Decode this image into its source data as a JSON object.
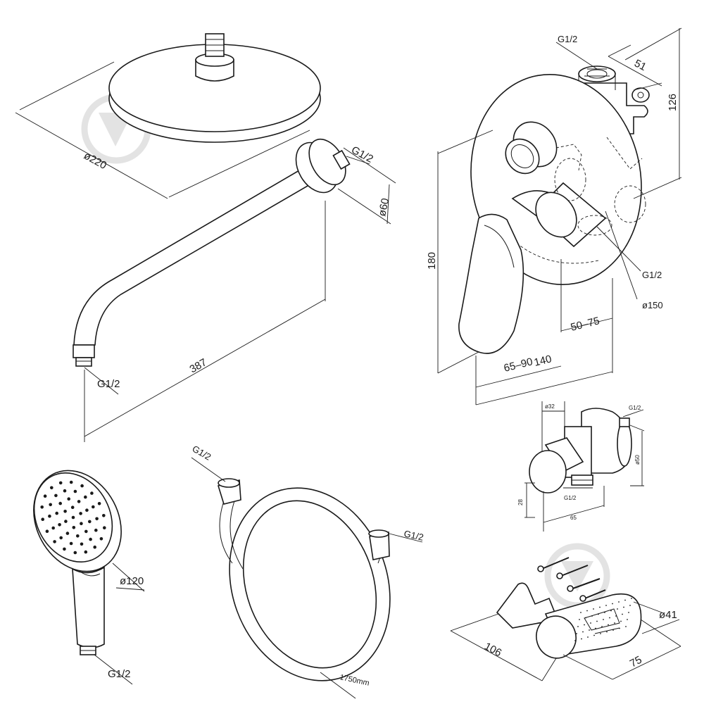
{
  "labels": {
    "rain_head": {
      "diameter": "ø220"
    },
    "shower_arm": {
      "thread_top": "G1/2",
      "flange_diameter": "ø60",
      "length": "387",
      "thread_bottom": "G1/2"
    },
    "mixer": {
      "inlet_thread": "G1/2",
      "box_width": "51",
      "box_height": "126",
      "height": "180",
      "outlet_thread": "G1/2",
      "plate_diameter": "ø150",
      "depth_adjust": "50–75",
      "handle_reach": "65–90",
      "total_depth": "140"
    },
    "wall_outlet": {
      "body_diameter": "ø32",
      "thread_out": "G1/2",
      "flange_diameter": "ø50",
      "thread_in": "G1/2",
      "offset": "28",
      "depth": "65"
    },
    "hand_shower": {
      "head_diameter": "ø120",
      "thread": "G1/2"
    },
    "hose": {
      "thread_top": "G1/2",
      "thread_end": "G1/2",
      "length": "1750mm"
    },
    "holder": {
      "length": "106",
      "width": "75",
      "diameter": "ø41"
    }
  }
}
